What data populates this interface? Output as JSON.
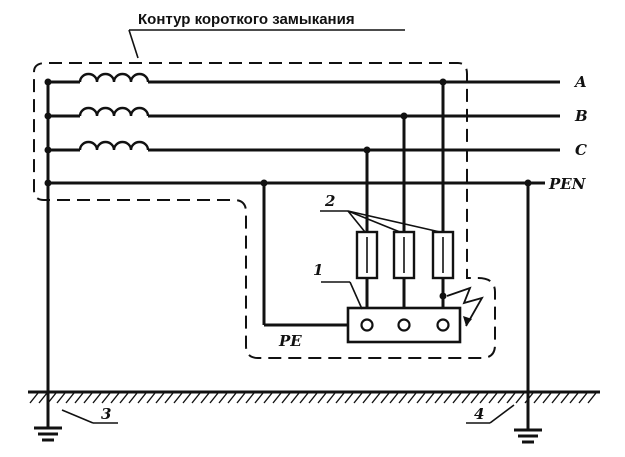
{
  "diagram": {
    "title": "Контур короткого замыкания",
    "phases": {
      "a": "A",
      "b": "B",
      "c": "C"
    },
    "pen": "PEN",
    "pe": "PE",
    "callouts": {
      "device": "1",
      "fuses": "2",
      "source_ground": "3",
      "repeat_ground": "4"
    }
  }
}
